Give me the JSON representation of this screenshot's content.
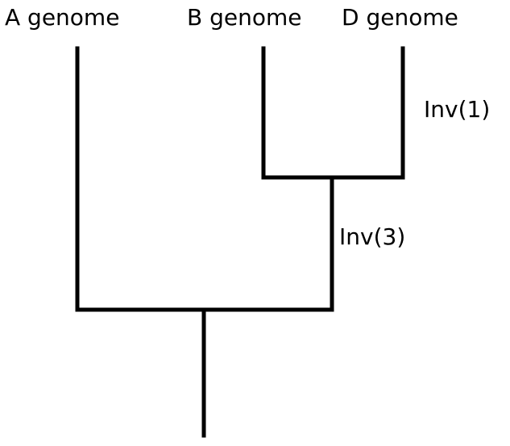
{
  "leaves": {
    "a": "A genome",
    "b": "B genome",
    "d": "D genome"
  },
  "annotations": {
    "inv_1": "Inv(1)",
    "inv_3": "Inv(3)"
  },
  "colors": {
    "line": "#000000",
    "background": "#ffffff"
  }
}
